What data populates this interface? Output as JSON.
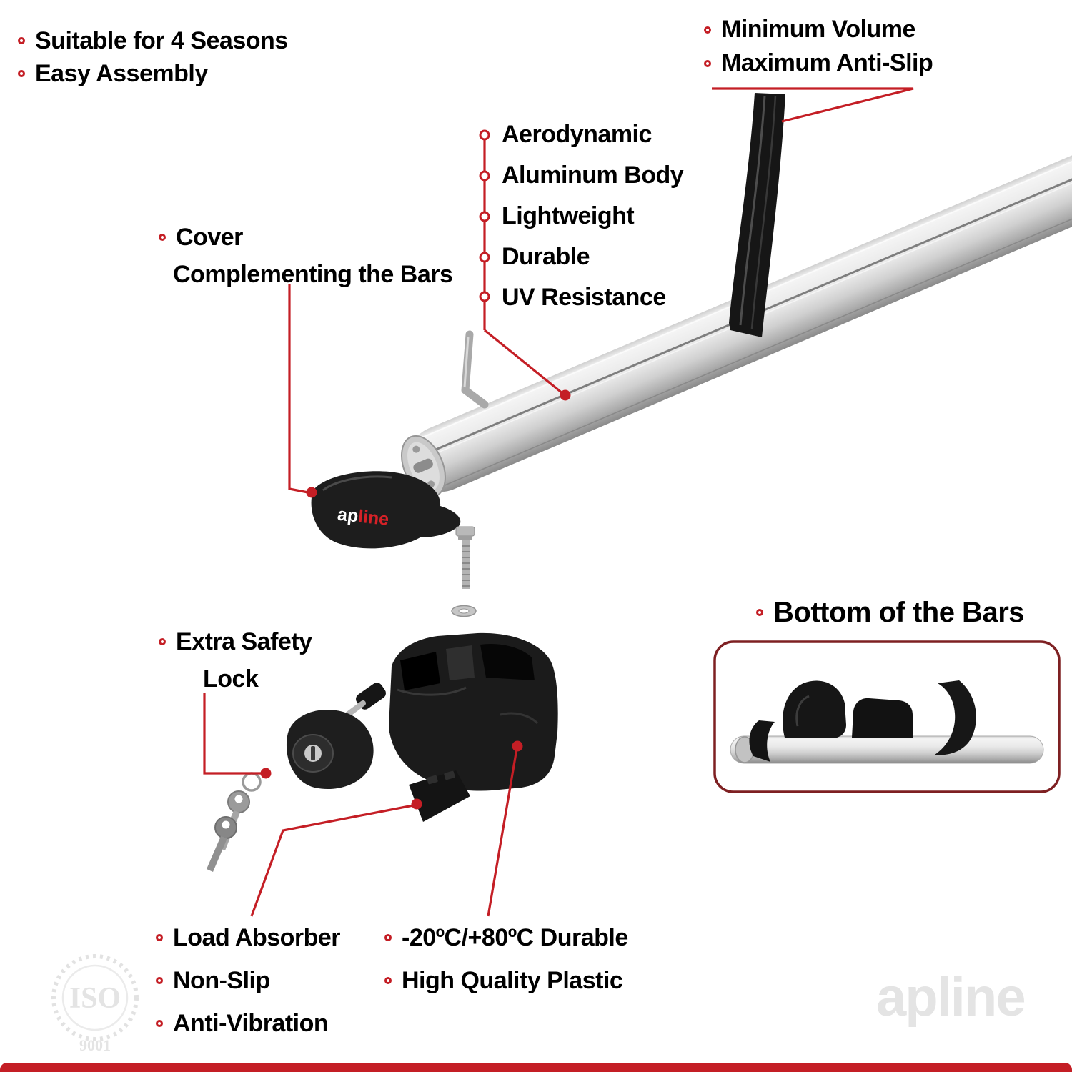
{
  "colors": {
    "accent": "#c41e25",
    "ink": "#000000",
    "watermark": "#e4e4e4",
    "box_border": "#7e2022"
  },
  "top_left": {
    "items": [
      "Suitable for 4 Seasons",
      "Easy Assembly"
    ]
  },
  "top_right": {
    "items": [
      "Minimum Volume",
      "Maximum Anti-Slip"
    ]
  },
  "features": {
    "items": [
      "Aerodynamic",
      "Aluminum Body",
      "Lightweight",
      "Durable",
      "UV Resistance"
    ]
  },
  "cover_callout": {
    "line1": "Cover",
    "line2": "Complementing the Bars"
  },
  "lock_callout": {
    "line1": "Extra Safety",
    "line2": "Lock"
  },
  "bottom_bars": {
    "label": "Bottom of the Bars"
  },
  "bottom_left": {
    "items": [
      "Load Absorber",
      "Non-Slip",
      "Anti-Vibration"
    ]
  },
  "bottom_right": {
    "items": [
      "-20ºC/+80ºC Durable",
      "High Quality Plastic"
    ]
  },
  "branding": {
    "cover_logo_prefix": "ap",
    "cover_logo_suffix": "line",
    "watermark": "apline",
    "iso_label": "ISO",
    "iso_number": "9001"
  }
}
